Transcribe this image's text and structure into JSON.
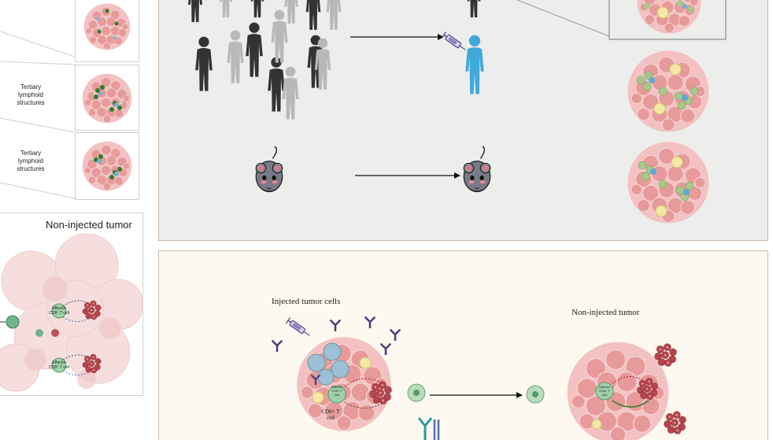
{
  "left_column": {
    "tls_label_1": "Tertiary lymphoid structures",
    "tls_label_2": "Tertiary lymphoid structures",
    "noninjected_title": "Non-injected tumor",
    "effector_cell_label_1": "Effector CD8⁺ T cell",
    "effector_cell_label_2": "Effector CD8⁺ T cell"
  },
  "bottom_panel": {
    "injected_label": "Injected tumor cells",
    "noninjected_label": "Non-injected tumor",
    "effector_label": "Effector CD8+ T cell",
    "cd8_label": "CD8+ T cell",
    "effector_right_label": "Effector CD8+ T cell"
  },
  "colors": {
    "top_panel_bg": "#ededec",
    "bottom_panel_bg": "#fdf9f0",
    "panel_border": "#cdb9a6",
    "tumor_pink": "#e8a0a0",
    "tcell_green": "#8fc49a",
    "patient_blue": "#3fa9dc",
    "antibody_purple": "#4b3f7a"
  },
  "icons": {
    "person": "person-icon",
    "mouse": "mouse-icon",
    "syringe": "syringe-icon",
    "antibody": "antibody-icon",
    "tumor": "tumor-cluster-icon"
  }
}
